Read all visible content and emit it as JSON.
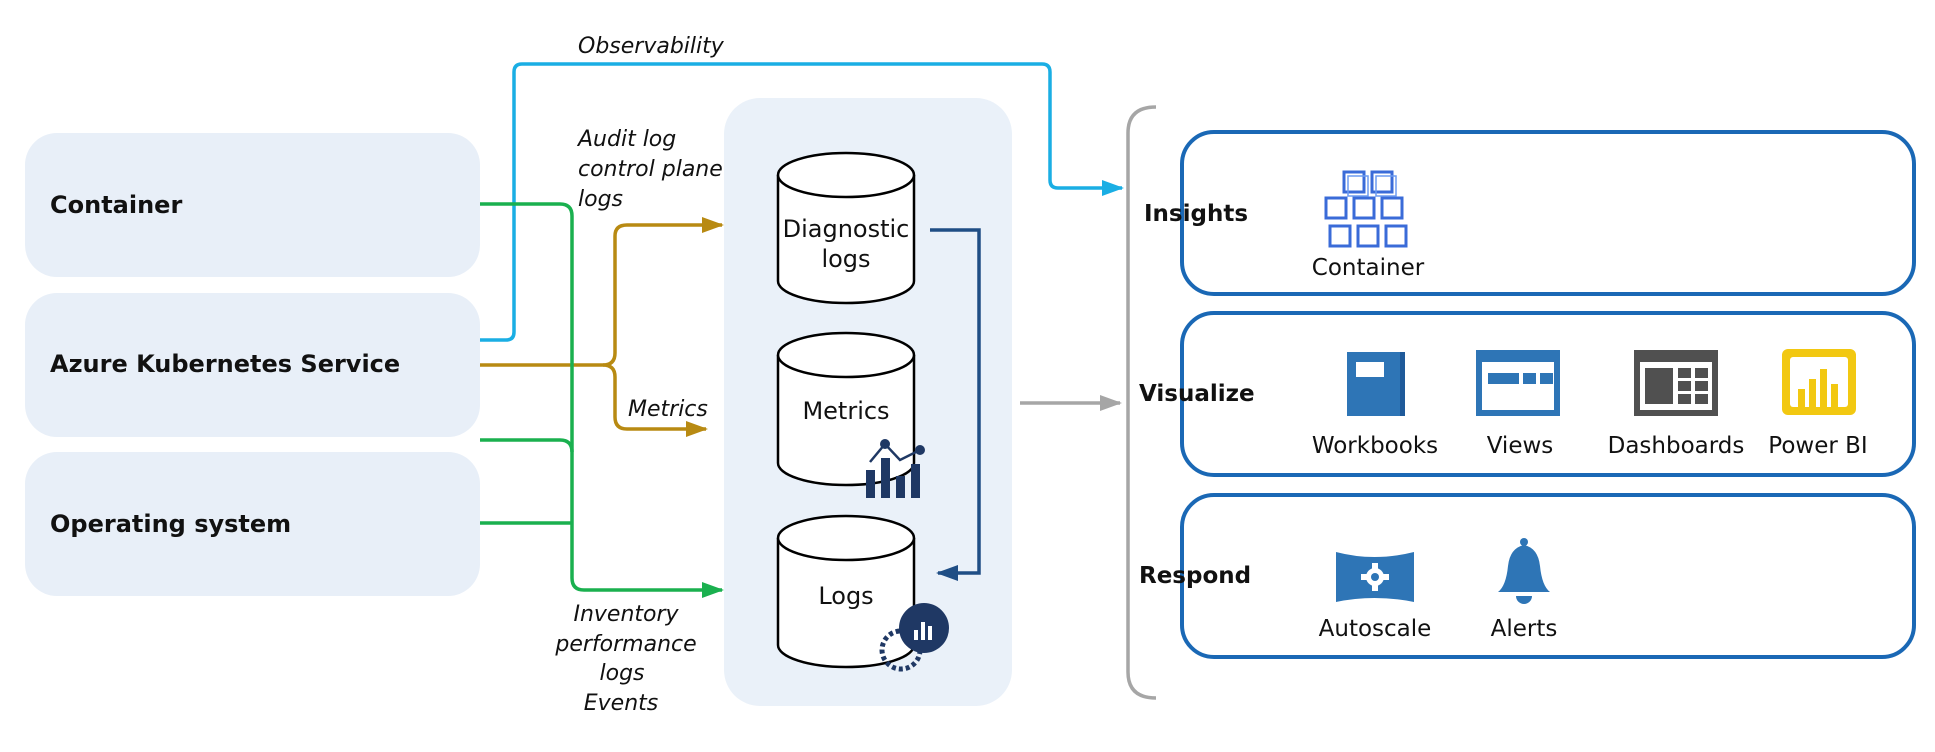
{
  "sources": [
    {
      "id": "container",
      "label": "Container"
    },
    {
      "id": "aks",
      "label": "Azure Kubernetes Service"
    },
    {
      "id": "os",
      "label": "Operating system"
    }
  ],
  "stores": [
    {
      "id": "diagnostic",
      "line1": "Diagnostic",
      "line2": "logs"
    },
    {
      "id": "metrics",
      "line1": "Metrics"
    },
    {
      "id": "logs",
      "line1": "Logs"
    }
  ],
  "flow_labels": {
    "observability": "Observability",
    "audit": [
      "Audit log",
      "control plane",
      "logs"
    ],
    "metrics": "Metrics",
    "inventory": [
      "Inventory",
      "performance",
      "logs",
      "Events"
    ]
  },
  "sections": [
    {
      "id": "insights",
      "title": "Insights",
      "items": [
        {
          "label": "Container",
          "icon": "container-cubes-icon"
        }
      ]
    },
    {
      "id": "visualize",
      "title": "Visualize",
      "items": [
        {
          "label": "Workbooks",
          "icon": "workbook-icon"
        },
        {
          "label": "Views",
          "icon": "views-icon"
        },
        {
          "label": "Dashboards",
          "icon": "dashboard-icon"
        },
        {
          "label": "Power BI",
          "icon": "power-bi-icon"
        }
      ]
    },
    {
      "id": "respond",
      "title": "Respond",
      "items": [
        {
          "label": "Autoscale",
          "icon": "autoscale-icon"
        },
        {
          "label": "Alerts",
          "icon": "bell-icon"
        }
      ]
    }
  ],
  "colors": {
    "source_fill": "#e8eff8",
    "store_panel": "#eaf1f9",
    "section_border": "#1a68b5",
    "observability_arrow": "#1aaee4",
    "audit_metrics_arrow": "#b88a12",
    "container_os_arrow": "#1ab04f",
    "internal_arrow": "#1f4e85",
    "gray_arrow": "#a6a6a6",
    "icon_blue": "#2e75b6",
    "icon_navy": "#1f3864",
    "power_bi_yellow": "#f2c811"
  }
}
